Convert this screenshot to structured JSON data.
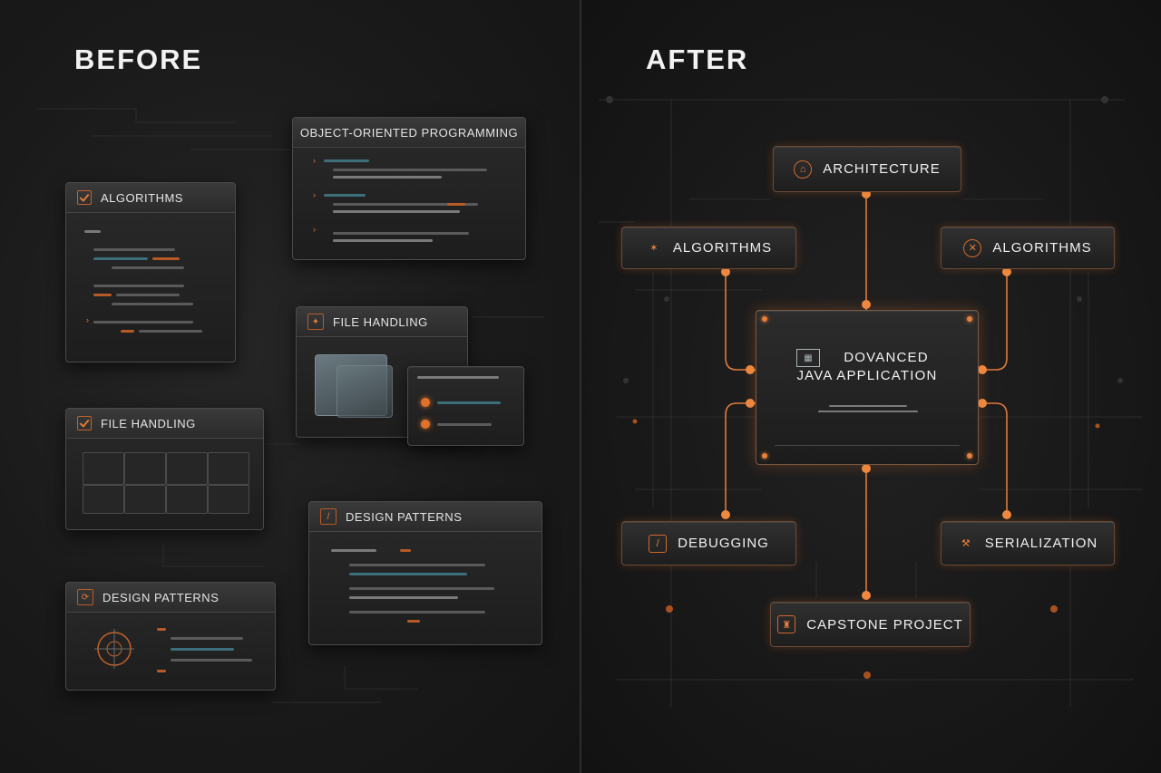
{
  "before": {
    "title": "BEFORE",
    "panels": {
      "algorithms": {
        "title": "ALGORITHMS"
      },
      "oop": {
        "title": "OBJECT-ORIENTED PROGRAMMING"
      },
      "file_handling_top": {
        "title": "FILE HANDLING"
      },
      "file_handling": {
        "title": "FILE HANDLING"
      },
      "design_patterns_right": {
        "title": "DESIGN PATTERNS"
      },
      "design_patterns": {
        "title": "DESIGN PATTERNS"
      }
    }
  },
  "after": {
    "title": "AFTER",
    "nodes": {
      "architecture": "ARCHITECTURE",
      "algorithms_left": "ALGORITHMS",
      "algorithms_right": "ALGORITHMS",
      "debugging": "DEBUGGING",
      "serialization": "SERIALIZATION",
      "capstone": "CAPSTONE PROJECT"
    },
    "central": {
      "title_line1": "DOVANCED",
      "title_line2": "JAVA APPLICATION"
    }
  },
  "colors": {
    "accent": "#e0702a",
    "panel_border": "#4a4a4a",
    "background": "#161616"
  }
}
